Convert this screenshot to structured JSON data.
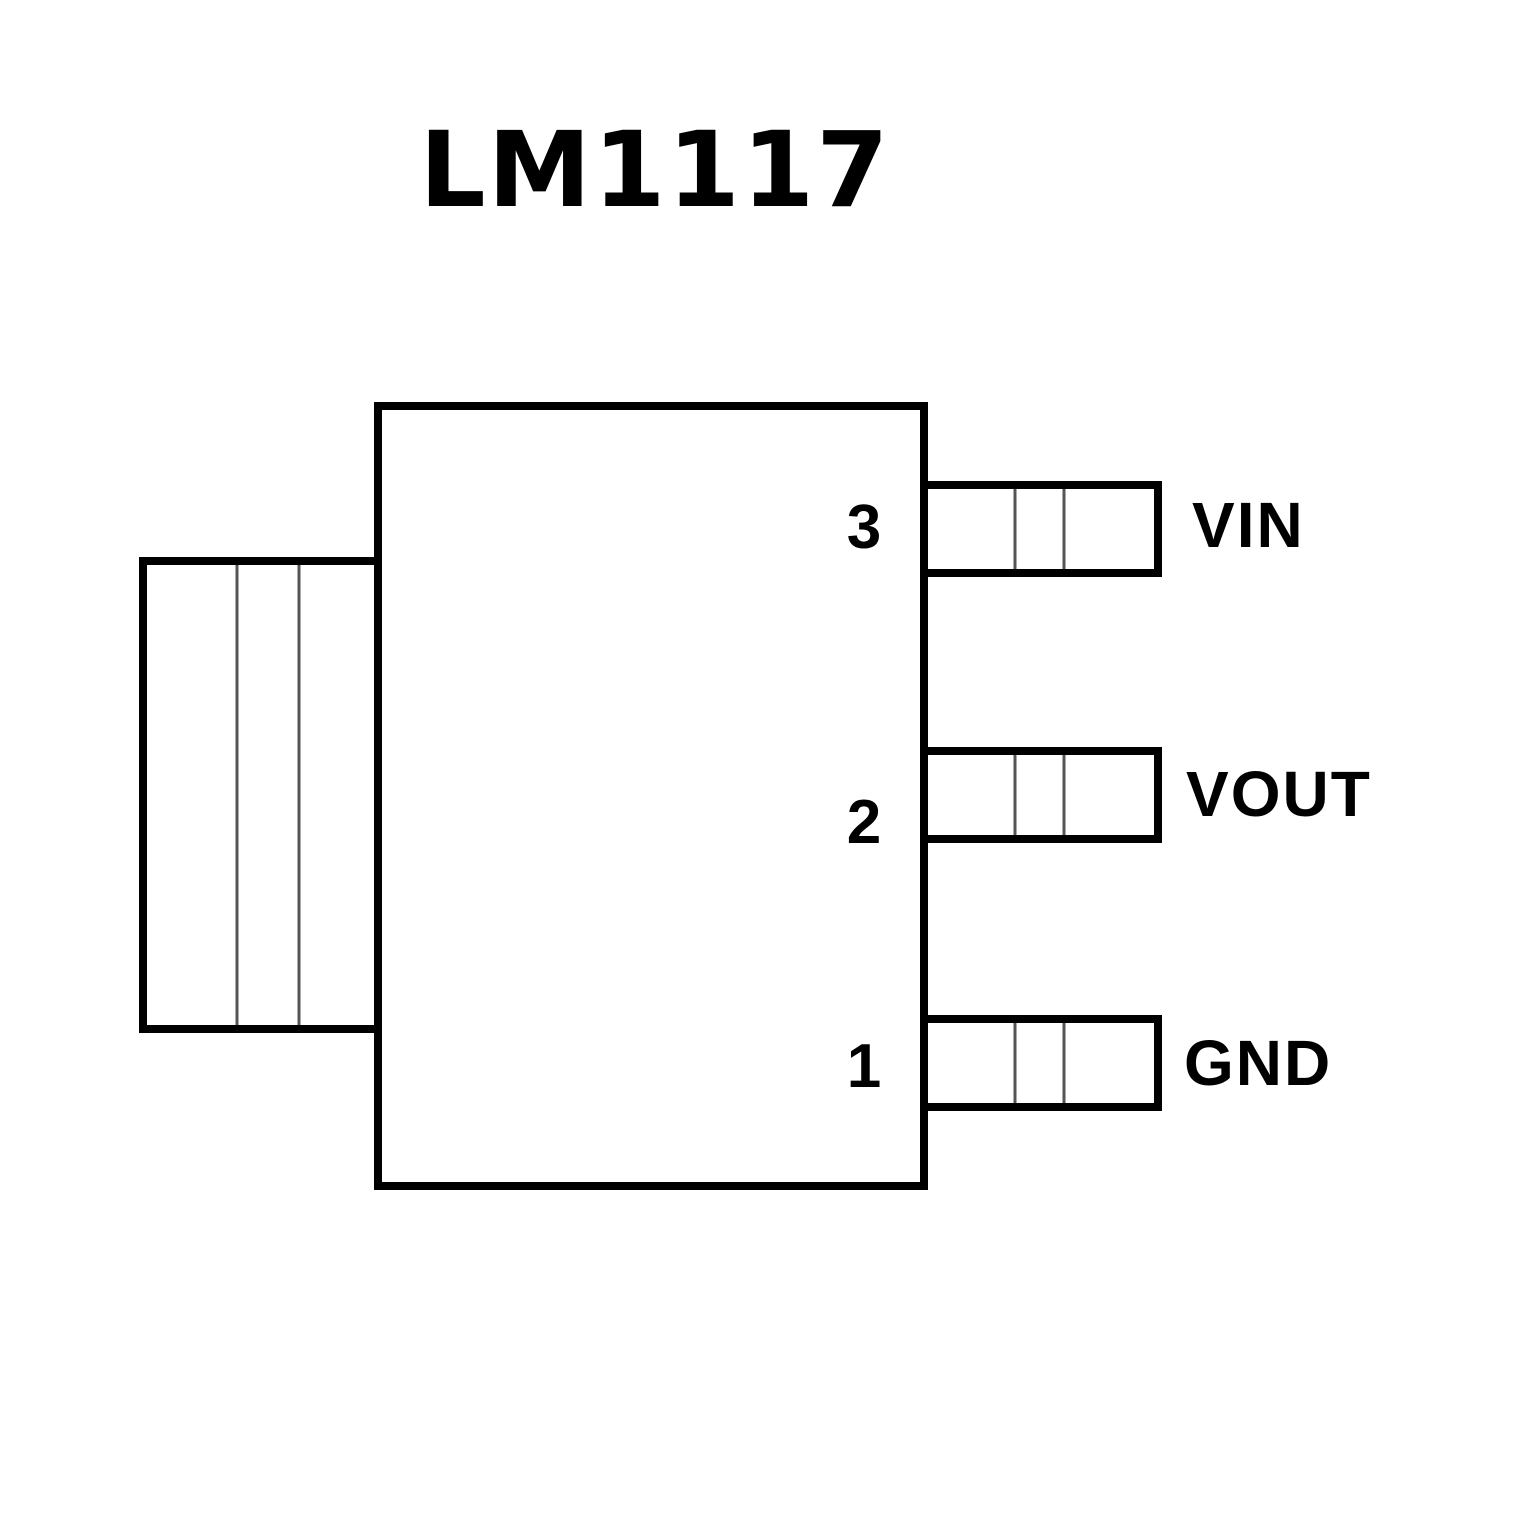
{
  "title": "LM1117",
  "pins": [
    {
      "number": "3",
      "label": "VIN"
    },
    {
      "number": "2",
      "label": "VOUT"
    },
    {
      "number": "1",
      "label": "GND"
    }
  ],
  "colors": {
    "stroke": "#000000",
    "background": "#ffffff"
  }
}
